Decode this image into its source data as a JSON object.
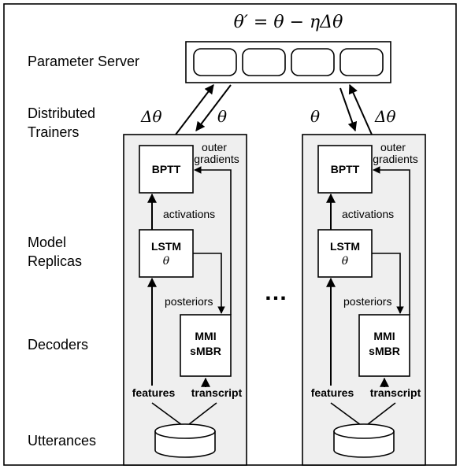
{
  "formula": "θ′ = θ − ηΔθ",
  "row_labels": {
    "parameter_server": "Parameter Server",
    "distributed_trainers": [
      "Distributed",
      "Trainers"
    ],
    "model_replicas": [
      "Model",
      "Replicas"
    ],
    "decoders": "Decoders",
    "utterances": "Utterances"
  },
  "server": {
    "shard_count": 4
  },
  "arrows": {
    "delta_theta": "Δθ",
    "theta": "θ"
  },
  "replica": {
    "bptt": "BPTT",
    "lstm": "LSTM",
    "lstm_param": "θ",
    "mmi": "MMI",
    "smbr": "sMBR",
    "outer_gradients": [
      "outer",
      "gradients"
    ],
    "activations": "activations",
    "posteriors": "posteriors",
    "features": "features",
    "transcript": "transcript"
  },
  "ellipsis": "…"
}
